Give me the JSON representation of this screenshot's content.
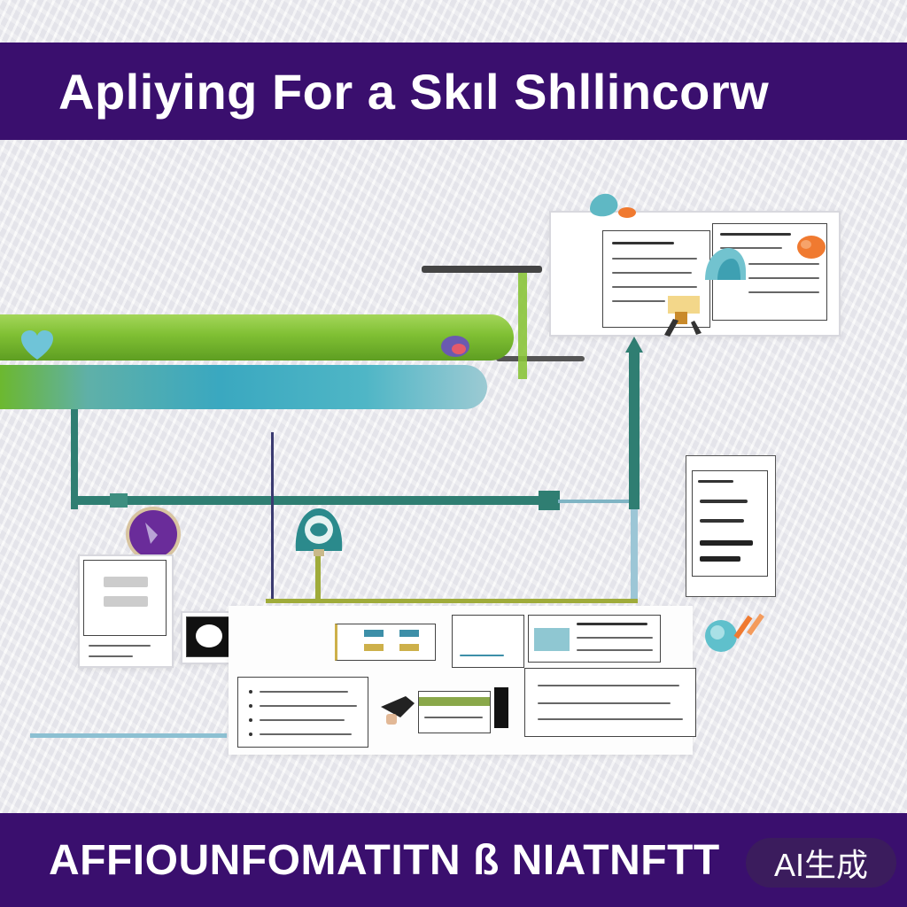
{
  "header": {
    "title": "Apliying For a Skıl Shllincorw"
  },
  "footer": {
    "caption": "AFFIOUNFOMATITN ß NIATNFTT"
  },
  "watermark": {
    "label": "AI生成"
  },
  "colors": {
    "band": "#3a0f6e",
    "green": "#7fbf33",
    "teal": "#3aa8c0",
    "wire": "#2f7e72",
    "orange": "#f07a30",
    "purple": "#6a2c9a"
  },
  "icons": [
    "heart-icon",
    "teal-leaf-icon",
    "orange-blob-icon",
    "purple-badge-icon",
    "globe-hands-icon",
    "magnifier-icon",
    "ribbon-award-icon",
    "pen-hand-icon"
  ]
}
